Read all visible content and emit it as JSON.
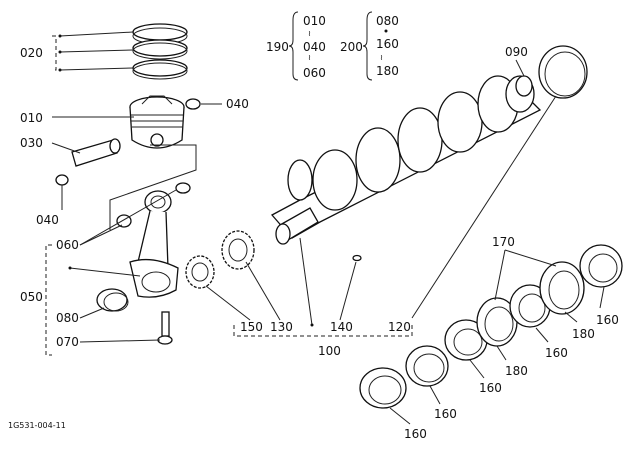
{
  "diagram_id": "1G531-004-11",
  "labels": {
    "l020": "020",
    "l010": "010",
    "l030": "030",
    "l040a": "040",
    "l040b": "040",
    "l060": "060",
    "l050": "050",
    "l080": "080",
    "l070": "070",
    "l150": "150",
    "l130": "130",
    "l140": "140",
    "l120": "120",
    "l100": "100",
    "l090": "090",
    "l190": "190",
    "l200": "200",
    "l170": "170",
    "l160a": "160",
    "l160b": "160",
    "l160c": "160",
    "l160d": "160",
    "l160e": "160",
    "l180a": "180",
    "l180b": "180"
  },
  "brackets": {
    "b190": [
      "010",
      "040",
      "060"
    ],
    "b200": [
      "080",
      "160",
      "180"
    ]
  }
}
